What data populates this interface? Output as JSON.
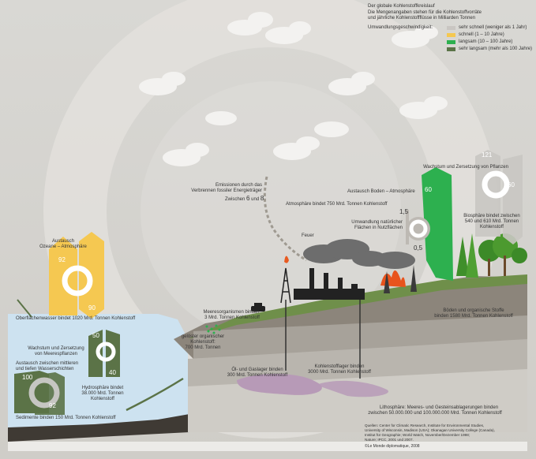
{
  "colors": {
    "very_fast": "#c9c6c2",
    "fast": "#f5c851",
    "slow": "#2db04f",
    "very_slow": "#5b7347",
    "ocean": "#cfe3f1",
    "ground": "#8c857b",
    "cycle": "#e3e0db"
  },
  "header": {
    "title": "Der globale Kohlenstoffkreislauf",
    "subtitle_1": "Die Mengenangaben stehen für die Kohlenstoffvorräte",
    "subtitle_2": "und jährliche Kohlenstoffflüsse in Milliarden Tonnen",
    "speed_label": "Umwandlungsgeschwindigkeit:"
  },
  "legend": [
    {
      "label": "sehr schnell (weniger als 1 Jahr)",
      "color": "#c9c6c2"
    },
    {
      "label": "schnell (1 – 10 Jahre)",
      "color": "#f5c851"
    },
    {
      "label": "langsam (10 – 100 Jahre)",
      "color": "#2db04f"
    },
    {
      "label": "sehr langsam (mehr als 100 Jahre)",
      "color": "#5b7347"
    }
  ],
  "labels": {
    "emissions_1": "Emissionen durch das",
    "emissions_2": "Verbrennen fossiler Energieträger",
    "emissions_3": "Zwischen",
    "emissions_6": "6",
    "emissions_und": "und",
    "emissions_8": "8",
    "atmosphere": "Atmosphäre bindet 750 Mrd. Tonnen Kohlenstoff",
    "exchange_soil_1": "Austausch Boden – Atmosphäre",
    "growth_plants": "Wachstum und Zersetzung von Pflanzen",
    "biosphere_1": "Biosphäre bindet zwischen",
    "biosphere_2": "540 und 610 Mrd. Tonnen",
    "biosphere_3": "Kohlenstoff",
    "landuse_1": "Umwandlung natürlicher",
    "landuse_2": "Flächen in Nutzflächen",
    "fire": "Feuer",
    "ocean_atm_1": "Austausch",
    "ocean_atm_2": "Ozeane – Atmosphäre",
    "surface_water": "Oberflächenwasser bindet 1020 Mrd. Tonnen Kohlenstoff",
    "marine_org_1": "Meeresorganismen binden",
    "marine_org_2": "3 Mrd. Tonnen Kohlenstoff",
    "dissolved_1": "gelöster organischer",
    "dissolved_2": "Kohlenstoff:",
    "dissolved_3": "700 Mrd. Tonnen",
    "marine_plants_1": "Wachstum und Zersetzung",
    "marine_plants_2": "von Meerespflanzen",
    "deep_exchange_1": "Austausch zwischen mittleren",
    "deep_exchange_2": "und tiefen Wasserschichten",
    "hydrosphere_1": "Hydrosphäre bindet",
    "hydrosphere_2": "38.000 Mrd. Tonnen",
    "hydrosphere_3": "Kohlenstoff",
    "sediments": "Sedimente binden 150 Mrd. Tonnen Kohlenstoff",
    "soil_1": "Böden und organische Stoffe",
    "soil_2": "binden 1580 Mrd. Tonnen Kohlenstoff",
    "oil_gas_1": "Öl- und Gaslager binden",
    "oil_gas_2": "300 Mrd. Tonnen Kohlenstoff",
    "coal_1": "Kohlenstofflager binden",
    "coal_2": "3000 Mrd. Tonnen Kohlenstoff",
    "lithosphere_1": "Lithosphäre: Meeres- und Gesteinsablagerungen binden",
    "lithosphere_2": "zwischen 50.000.000 und 100.000.000 Mrd. Tonnen Kohlenstoff",
    "sources_1": "Quellen: Center for Climatic Research, Institute for Environmental Studies,",
    "sources_2": "University of Wisconsin, Madison (USA); Okanagan University College (Canada),",
    "sources_3": "Institut für Geographie; World Watch, November/Dezember 1998;",
    "sources_4": "Nature; IPCC, 2001 und 2007.",
    "credit": "©Le Monde diplomatique, 2008"
  },
  "values": {
    "plants_up": "121",
    "plants_down": "60",
    "soil_exchange": "60",
    "landuse_high": "1,5",
    "landuse_low": "0,5",
    "ocean_up": "92",
    "ocean_down": "90",
    "marine_up": "50",
    "marine_down": "40",
    "deep_up": "100",
    "deep_down": "92"
  }
}
